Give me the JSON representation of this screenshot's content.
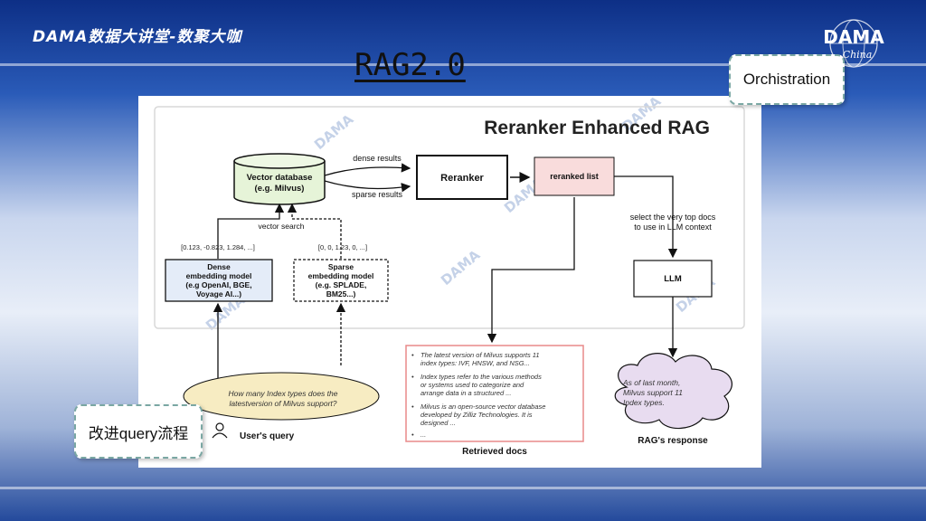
{
  "header": {
    "brand": "DAMA数据大讲堂-数聚大咖",
    "logo_text": "DAMA",
    "logo_sub": "China",
    "slide_title": "RAG2.0",
    "watermark": "DAMA"
  },
  "callouts": {
    "orchestration": "Orchistration",
    "improve_query": "改进query流程"
  },
  "diagram": {
    "title": "Reranker Enhanced RAG",
    "vector_db": [
      "Vector database",
      "(e.g. Milvus)"
    ],
    "dense_results": "dense results",
    "sparse_results": "sparse results",
    "reranker": "Reranker",
    "reranked_list": "reranked list",
    "select_docs": [
      "select the very top docs",
      "to use in LLM context"
    ],
    "vector_search": "vector search",
    "dense_vector": "[0.123, -0.823, 1.284, ...]",
    "sparse_vector": "[0, 0, 1.23, 0, ...]",
    "dense_model": [
      "Dense",
      "embedding model",
      "(e.g OpenAI, BGE,",
      "Voyage AI...)"
    ],
    "sparse_model": [
      "Sparse",
      "embedding model",
      "(e.g. SPLADE,",
      "BM25...)"
    ],
    "llm": "LLM",
    "retrieved_items": [
      [
        "The latest version of Milvus supports 11",
        "index types: IVF, HNSW, and NSG..."
      ],
      [
        "Index types refer to the various methods",
        "or systems used to categorize and",
        "arrange data in a structured ..."
      ],
      [
        "Milvus is an open-source vector database",
        "developed by Zilliz Technologies. It is",
        "designed ..."
      ],
      [
        "..."
      ]
    ],
    "retrieved_label": "Retrieved docs",
    "user_query_bubble": [
      "How many Index types does the",
      "latestversion of Milvus support?"
    ],
    "user_query_label": "User's  query",
    "response_bubble": [
      "As of last month,",
      "Milvus support 11",
      "Index types."
    ],
    "response_label": "RAG's response"
  },
  "colors": {
    "reranked_fill": "#f9dcdc",
    "retrieved_border": "#e88a8a",
    "vector_db_fill": "#e6f4d8",
    "dense_fill": "#e4ecf8",
    "query_bubble_fill": "#f7ecc2",
    "response_bubble_fill": "#e8dcf0",
    "callout_border": "#7aa7a3"
  }
}
